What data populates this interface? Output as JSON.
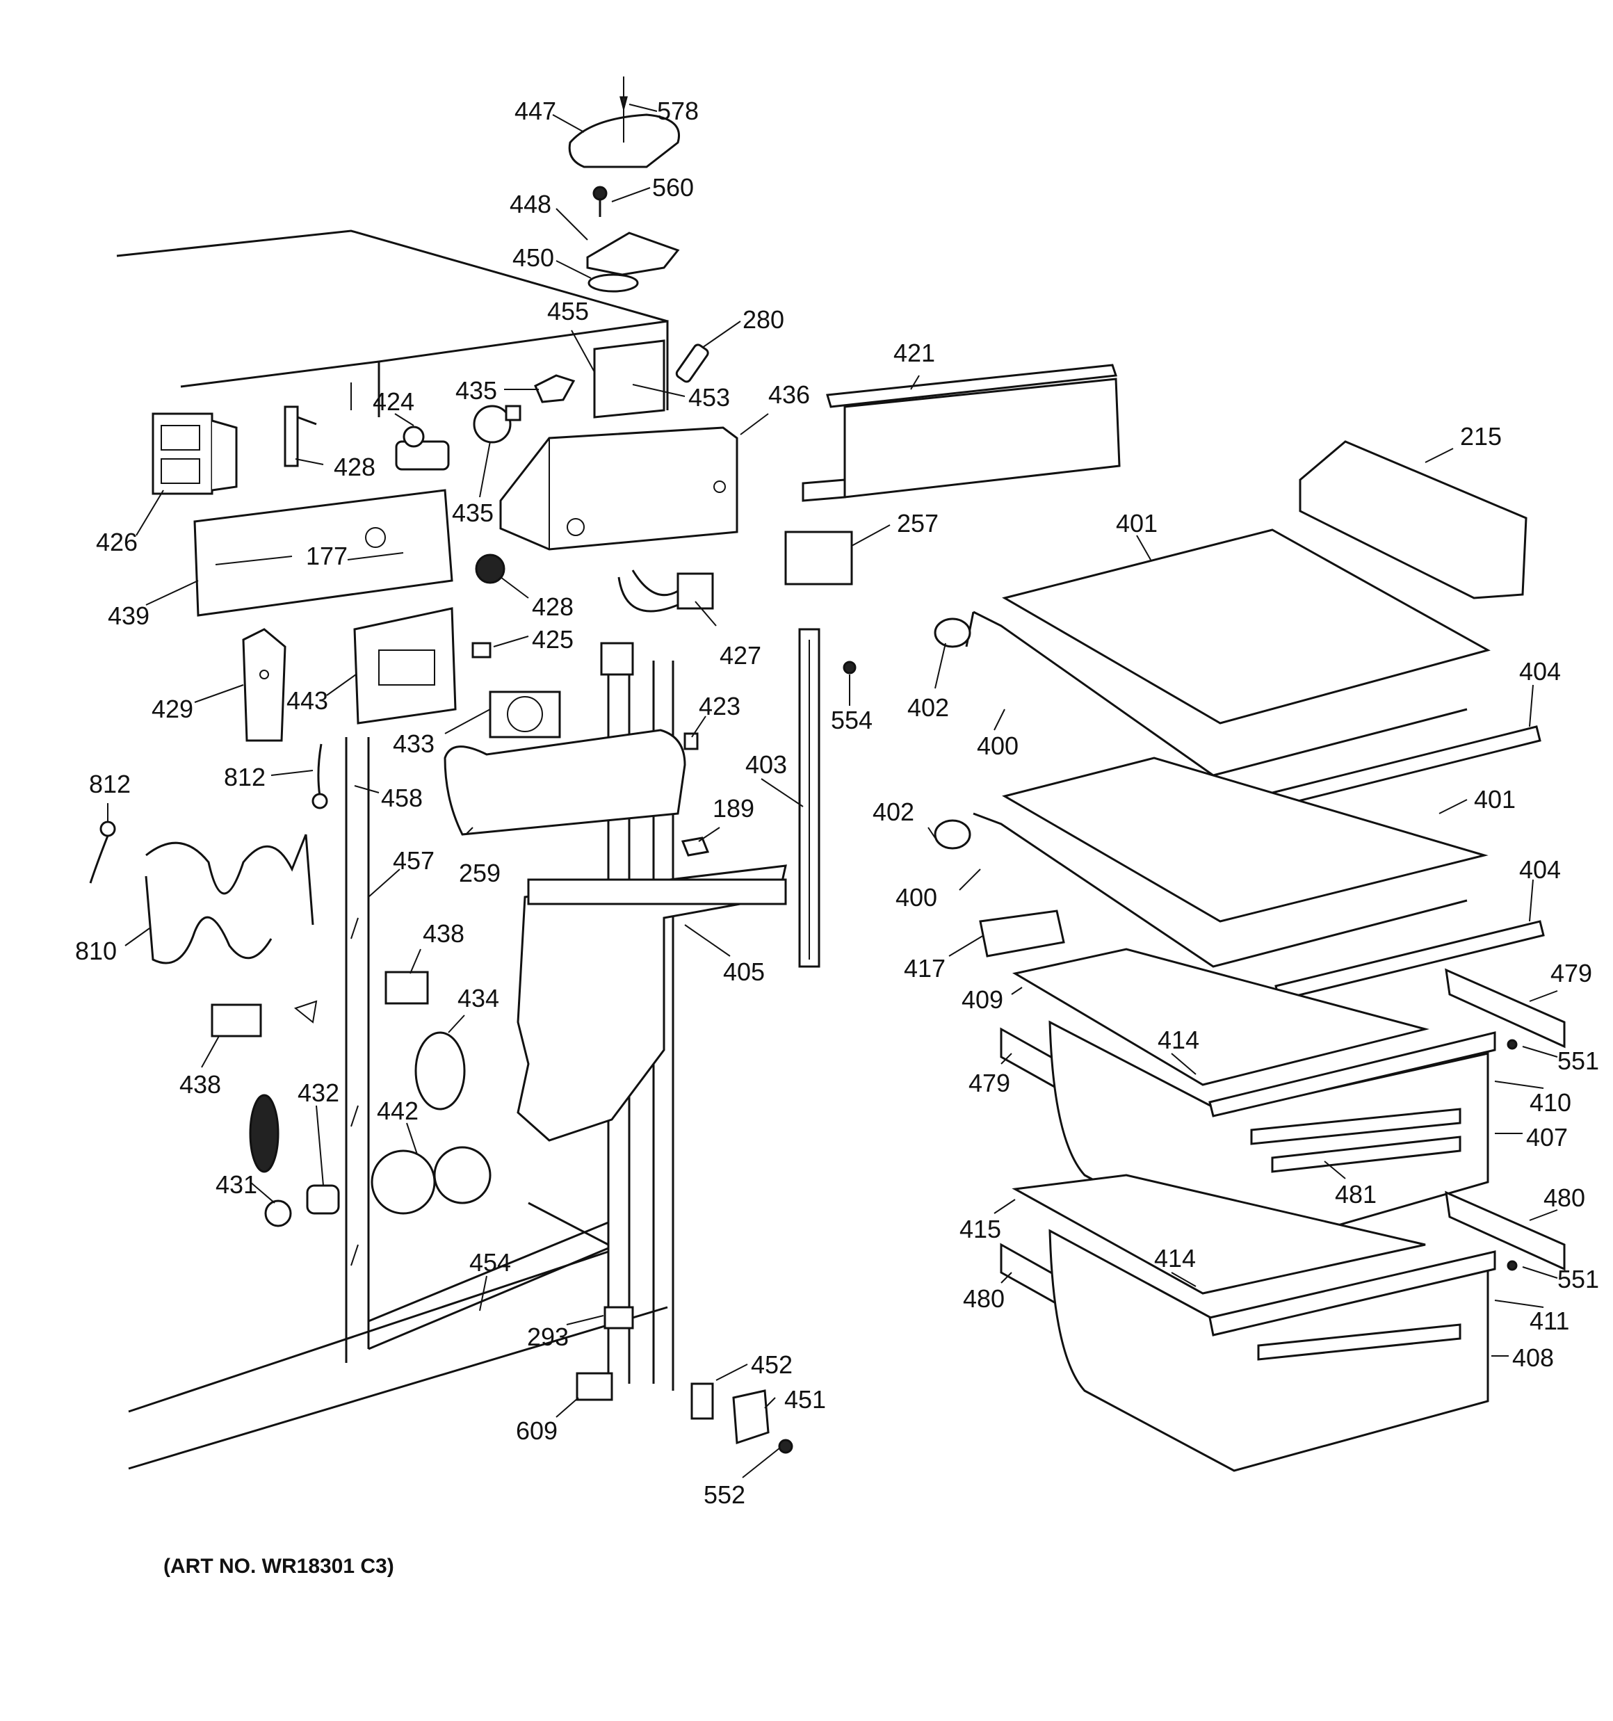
{
  "diagram": {
    "art_number": "(ART NO. WR18301 C3)",
    "part_labels": {
      "p447": "447",
      "p578": "578",
      "p560": "560",
      "p448": "448",
      "p450": "450",
      "p455": "455",
      "p280": "280",
      "p435a": "435",
      "p453": "453",
      "p436": "436",
      "p424": "424",
      "p428a": "428",
      "p435b": "435",
      "p426": "426",
      "p177": "177",
      "p439": "439",
      "p428b": "428",
      "p425": "425",
      "p427": "427",
      "p429": "429",
      "p443": "443",
      "p433": "433",
      "p423": "423",
      "p812a": "812",
      "p812b": "812",
      "p458": "458",
      "p259": "259",
      "p189": "189",
      "p457": "457",
      "p810": "810",
      "p438a": "438",
      "p434": "434",
      "p405": "405",
      "p438b": "438",
      "p432": "432",
      "p442": "442",
      "p431": "431",
      "p454": "454",
      "p293": "293",
      "p452": "452",
      "p451": "451",
      "p609": "609",
      "p552": "552",
      "p421": "421",
      "p257": "257",
      "p403": "403",
      "p554": "554",
      "p215": "215",
      "p401a": "401",
      "p402a": "402",
      "p400a": "400",
      "p404a": "404",
      "p402b": "402",
      "p401b": "401",
      "p400b": "400",
      "p404b": "404",
      "p417": "417",
      "p409": "409",
      "p479a": "479",
      "p414a": "414",
      "p479b": "479",
      "p551a": "551",
      "p410": "410",
      "p407": "407",
      "p481": "481",
      "p415": "415",
      "p480a": "480",
      "p414b": "414",
      "p551b": "551",
      "p480b": "480",
      "p411": "411",
      "p408": "408"
    }
  }
}
